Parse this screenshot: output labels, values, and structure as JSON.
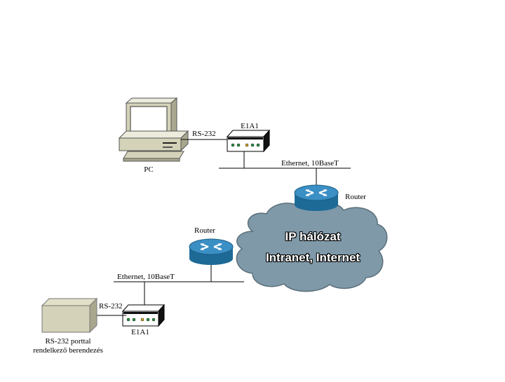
{
  "pc": {
    "label": "PC"
  },
  "top_link": {
    "label": "RS-232"
  },
  "top_converter": {
    "label": "E1A1"
  },
  "top_ethernet": {
    "label": "Ethernet, 10BaseT"
  },
  "top_router": {
    "label": "Router"
  },
  "cloud": {
    "line1": "IP hálózat",
    "line2": "Intranet, Internet",
    "color": "#7f99a8"
  },
  "bottom_router": {
    "label": "Router"
  },
  "bottom_ethernet": {
    "label": "Ethernet, 10BaseT"
  },
  "bottom_link": {
    "label": "RS-232"
  },
  "bottom_converter": {
    "label": "E1A1"
  },
  "device": {
    "label_line1": "RS-232 porttal",
    "label_line2": "rendelkező berendezés"
  },
  "colors": {
    "router_blue": "#2a7fb0",
    "converter_black": "#111111",
    "pc_beige": "#d4d2b8",
    "led_green": "#2f9e4a",
    "led_yellow": "#e0b020"
  }
}
